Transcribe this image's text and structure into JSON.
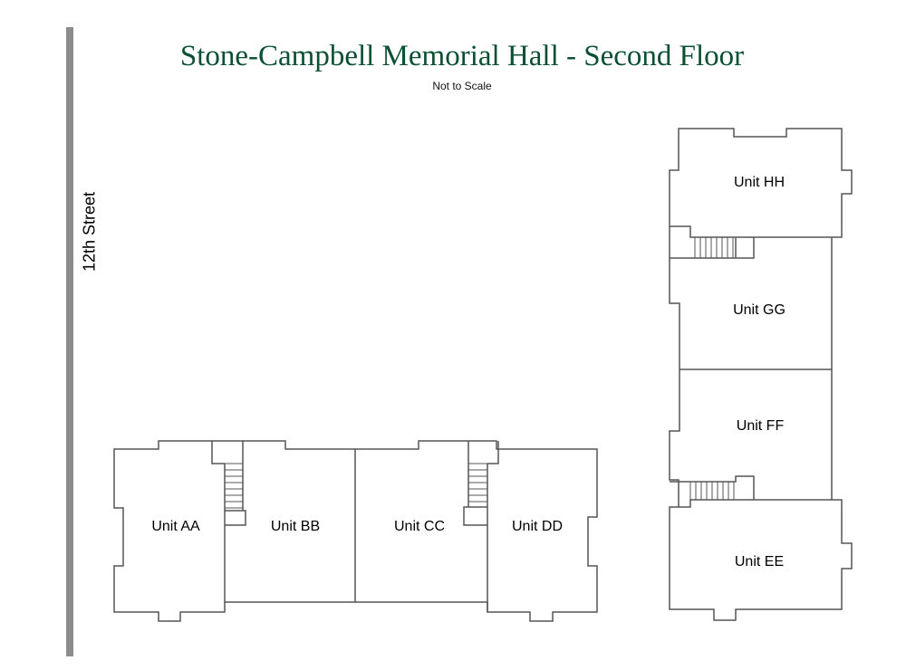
{
  "title": "Stone-Campbell Memorial Hall - Second Floor",
  "subtitle": "Not to Scale",
  "street": "12th Street",
  "colors": {
    "title": "#0b5033",
    "street_bar": "#8c8c8c",
    "walls": "#555555"
  },
  "units": {
    "aa": "Unit AA",
    "bb": "Unit BB",
    "cc": "Unit CC",
    "dd": "Unit DD",
    "ee": "Unit EE",
    "ff": "Unit FF",
    "gg": "Unit GG",
    "hh": "Unit HH"
  }
}
